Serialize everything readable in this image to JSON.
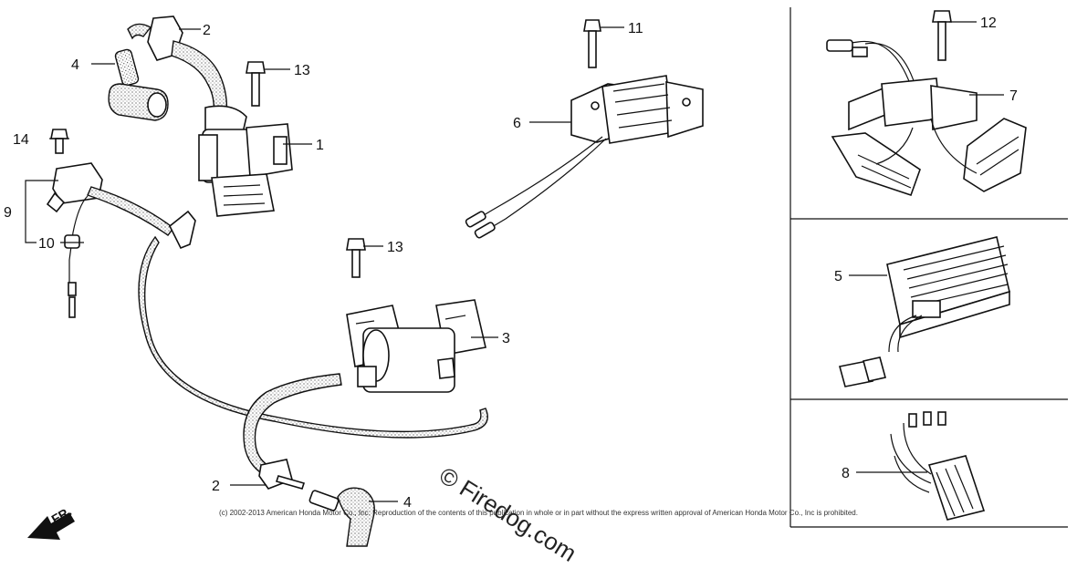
{
  "diagram": {
    "copyright": "(c) 2002-2013 American Honda Motor Co., Inc. Reproduction of the contents of this publication in whole or in part without the express written approval of American Honda Motor Co., Inc is prohibited.",
    "watermark": "© Firedog.com",
    "direction_label": "FR.",
    "callouts": {
      "c1": "1",
      "c2a": "2",
      "c2b": "2",
      "c3": "3",
      "c4a": "4",
      "c4b": "4",
      "c5": "5",
      "c6": "6",
      "c7": "7",
      "c8": "8",
      "c9": "9",
      "c10": "10",
      "c11": "11",
      "c12": "12",
      "c13a": "13",
      "c13b": "13",
      "c14": "14"
    }
  }
}
